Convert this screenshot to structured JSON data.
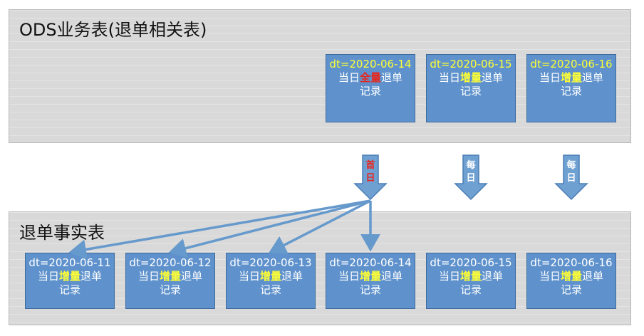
{
  "colors": {
    "box_fill": "#5f92cc",
    "highlight_yellow": "#ffff33",
    "highlight_red": "#e8261c",
    "arrow": "#6699cc"
  },
  "top_panel": {
    "title": "ODS业务表(退单相关表)",
    "boxes": [
      {
        "dt": "dt=2020-06-14",
        "pre": "当日",
        "hl": "全量",
        "post": "退单记录",
        "hl_color": "red"
      },
      {
        "dt": "dt=2020-06-15",
        "pre": "当日",
        "hl": "增量",
        "post": "退单记录",
        "hl_color": "yellow"
      },
      {
        "dt": "dt=2020-06-16",
        "pre": "当日",
        "hl": "增量",
        "post": "退单记录",
        "hl_color": "yellow"
      }
    ]
  },
  "arrows": [
    {
      "label_line1": "首",
      "label_line2": "日",
      "label_color": "red"
    },
    {
      "label_line1": "每",
      "label_line2": "日",
      "label_color": "white"
    },
    {
      "label_line1": "每",
      "label_line2": "日",
      "label_color": "white"
    }
  ],
  "bottom_panel": {
    "title": "退单事实表",
    "boxes": [
      {
        "dt": "dt=2020-06-11",
        "pre": "当日",
        "hl": "增量",
        "post": "退单记录"
      },
      {
        "dt": "dt=2020-06-12",
        "pre": "当日",
        "hl": "增量",
        "post": "退单记录"
      },
      {
        "dt": "dt=2020-06-13",
        "pre": "当日",
        "hl": "增量",
        "post": "退单记录"
      },
      {
        "dt": "dt=2020-06-14",
        "pre": "当日",
        "hl": "增量",
        "post": "退单记录"
      },
      {
        "dt": "dt=2020-06-15",
        "pre": "当日",
        "hl": "增量",
        "post": "退单记录"
      },
      {
        "dt": "dt=2020-06-16",
        "pre": "当日",
        "hl": "增量",
        "post": "退单记录"
      }
    ]
  }
}
